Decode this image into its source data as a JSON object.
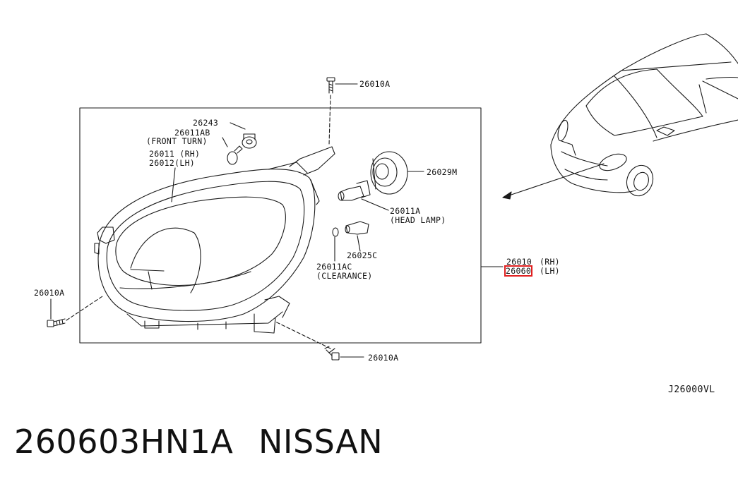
{
  "diagram": {
    "code": "J26000VL",
    "labels": {
      "bolt_top": "26010A",
      "bolt_left": "26010A",
      "bolt_bottom": "26010A",
      "bulb_holder": "26243",
      "front_turn_part": "26011AB",
      "front_turn_desc": "(FRONT TURN)",
      "housing_rh": "26011 (RH)",
      "housing_lh": "26012(LH)",
      "cap": "26029M",
      "headlamp_part": "26011A",
      "headlamp_desc": "(HEAD LAMP)",
      "socket": "26025C",
      "clearance_part": "26011AC",
      "clearance_desc": "(CLEARANCE)",
      "assembly_rh_part": "26010",
      "assembly_rh_side": "(RH)",
      "assembly_lh_part": "26060",
      "assembly_lh_side": "(LH)"
    }
  },
  "footer": {
    "part_number": "260603HN1A",
    "brand": "NISSAN"
  },
  "colors": {
    "line": "#1a1a1a",
    "highlight": "#e02020"
  }
}
